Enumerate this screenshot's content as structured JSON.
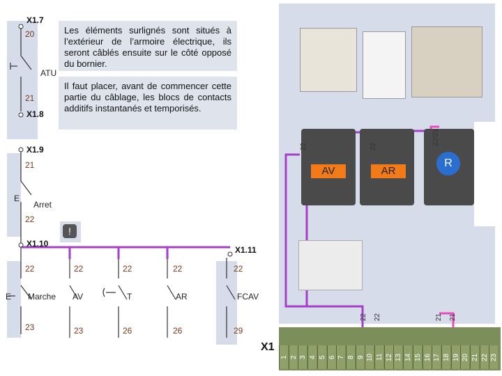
{
  "notes": {
    "top": "Les éléments surlignés sont situés à l’extérieur de l’armoire électrique, ils seront câblés ensuite sur le côté opposé du bornier.",
    "middle": "Il faut placer, avant de commencer cette partie du câblage, les blocs de contacts additifs instantanés et temporisés."
  },
  "schematic": {
    "terminals": {
      "x1_7": "X1.7",
      "x1_8": "X1.8",
      "x1_9": "X1.9",
      "x1_10": "X1.10",
      "x1_11": "X1.11"
    },
    "wire_numbers": {
      "n20": "20",
      "n21a": "21",
      "n21b": "21",
      "n22a": "22",
      "n22b": "22",
      "n22c": "22",
      "n22d": "22",
      "n22e": "22",
      "n22f": "22",
      "n23a": "23",
      "n23b": "23",
      "n26a": "26",
      "n26b": "26",
      "n29": "29"
    },
    "devices": {
      "atu": "ATU",
      "arret": "Arret",
      "marche": "Marche",
      "av": "AV",
      "t": "T",
      "ar": "AR",
      "fcav": "FCAV",
      "e_arret": "E",
      "e_marche": "E"
    }
  },
  "photo": {
    "contactor_labels": [
      "AV",
      "AR"
    ],
    "timer_label": "R",
    "wire_labels_top": [
      "22",
      "22",
      "22/21"
    ],
    "wire_labels_bottom": [
      "22",
      "22",
      "21",
      "21"
    ]
  },
  "terminal_block": {
    "name": "X1",
    "numbers": [
      "1",
      "2",
      "3",
      "4",
      "5",
      "6",
      "7",
      "8",
      "9",
      "10",
      "11",
      "12",
      "13",
      "14",
      "15",
      "16",
      "17",
      "18",
      "19",
      "20",
      "21",
      "22",
      "23"
    ]
  },
  "colors": {
    "highlight_bar": "#d0d6e6",
    "wire_purple": "#a53fc8",
    "wire_pink": "#e94cc0",
    "note_bg": "#dfe4ec",
    "coil_orange": "#f27a18"
  }
}
